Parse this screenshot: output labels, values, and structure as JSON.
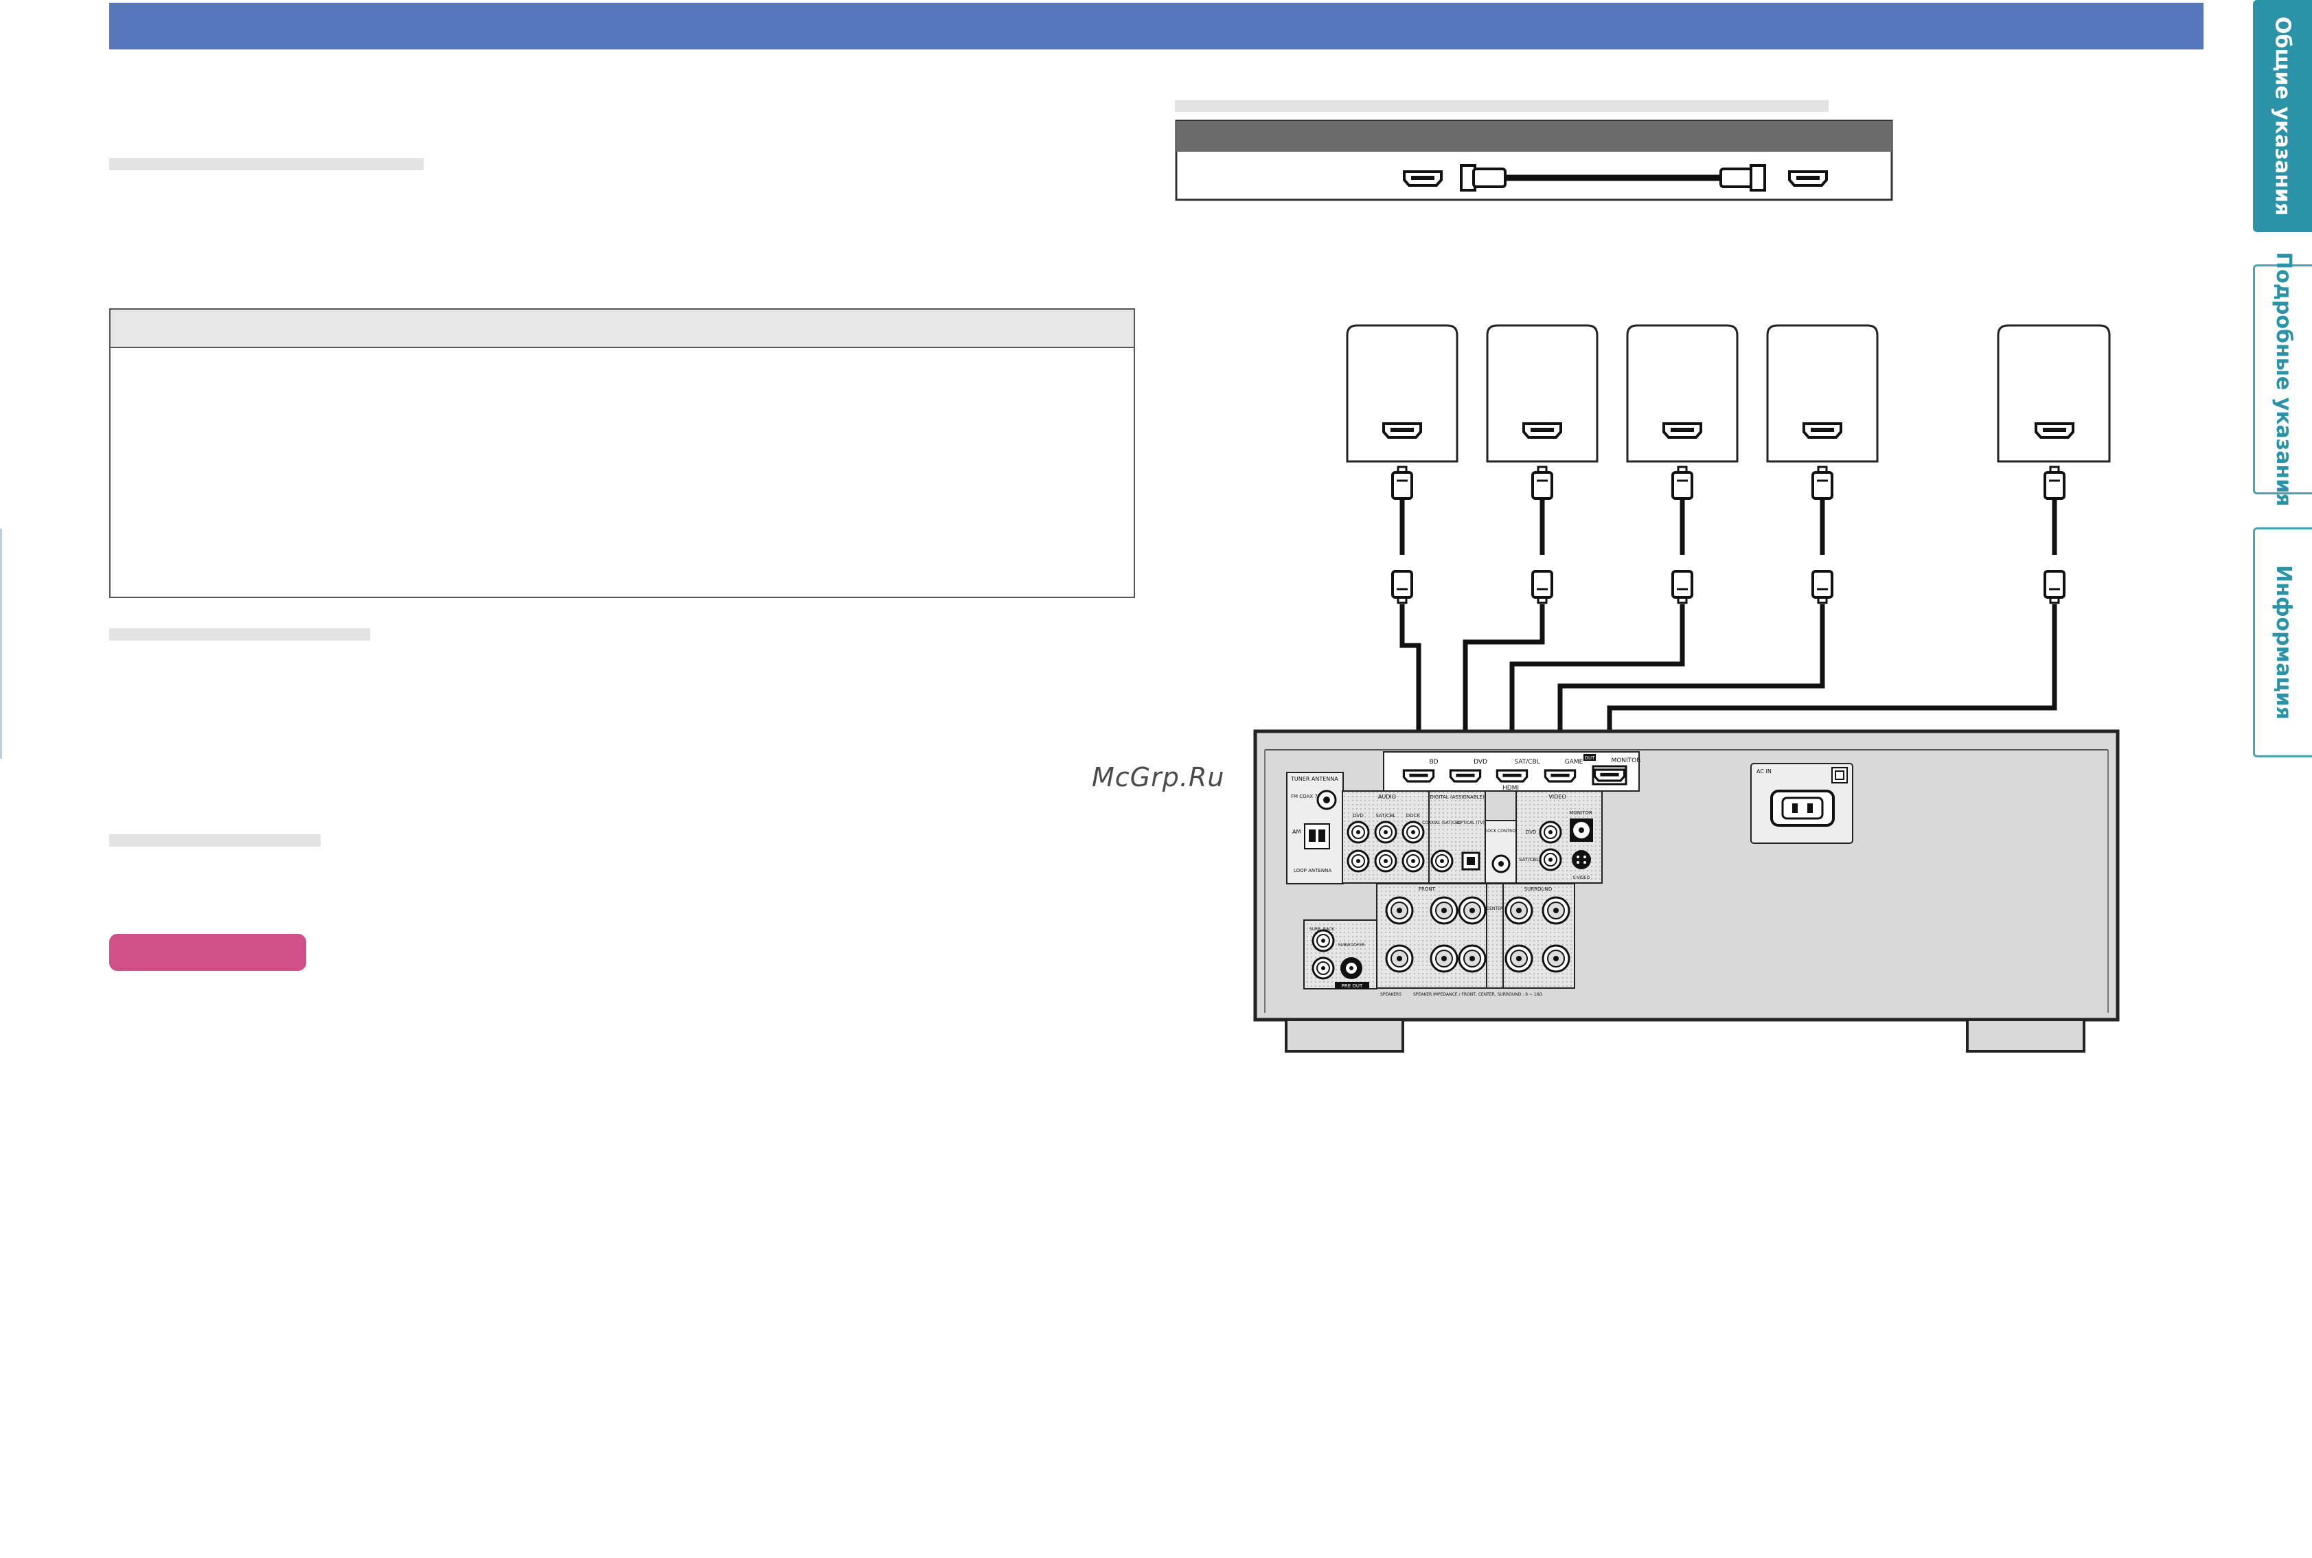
{
  "watermark": "McGrp.Ru",
  "side_tabs": [
    {
      "label": "Общие указания",
      "active": true
    },
    {
      "label": "Подробные указания",
      "active": false
    },
    {
      "label": "Информация",
      "active": false
    }
  ],
  "colors": {
    "header_bar": "#5677bc",
    "tab_active": "#2a93a8",
    "tab_border": "#4aa3b5",
    "accent_pink": "#d05187",
    "placeholder_grey": "#e3e3e3"
  },
  "receiver": {
    "hdmi_label": "HDMI",
    "hdmi_inputs": [
      "BD",
      "DVD",
      "SAT/CBL",
      "GAME"
    ],
    "hdmi_monitor": "MONITOR",
    "hdmi_out_badge": "OUT",
    "ac_in": "AC IN",
    "tuner_antenna": "TUNER ANTENNA",
    "fm_label": "FM COAX 75 Ω",
    "am_label": "AM",
    "loop_antenna": "LOOP ANTENNA",
    "audio_label": "AUDIO",
    "audio_columns": [
      "DVD",
      "SAT/CBL",
      "DOCK"
    ],
    "digital_label": "DIGITAL (ASSIGNABLE)",
    "coaxial_label": "COAXIAL (SAT/CBL)",
    "optical_label": "OPTICAL (TV)",
    "dock_control": "DOCK CONTROL",
    "video_label": "VIDEO",
    "video_rows": [
      "DVD",
      "SAT/CBL"
    ],
    "monitor_out": "MONITOR",
    "s_video": "S-VIDEO",
    "speaker_groups": [
      "FRONT",
      "CENTER",
      "SURROUND"
    ],
    "surr_back": "SURR. BACK",
    "subwoofer": "SUBWOOFER",
    "pre_out": "PRE OUT",
    "speakers_label": "SPEAKERS",
    "impedance_note": "SPEAKER IMPEDANCE / FRONT, CENTER, SURROUND : 6 ~ 16Ω"
  }
}
